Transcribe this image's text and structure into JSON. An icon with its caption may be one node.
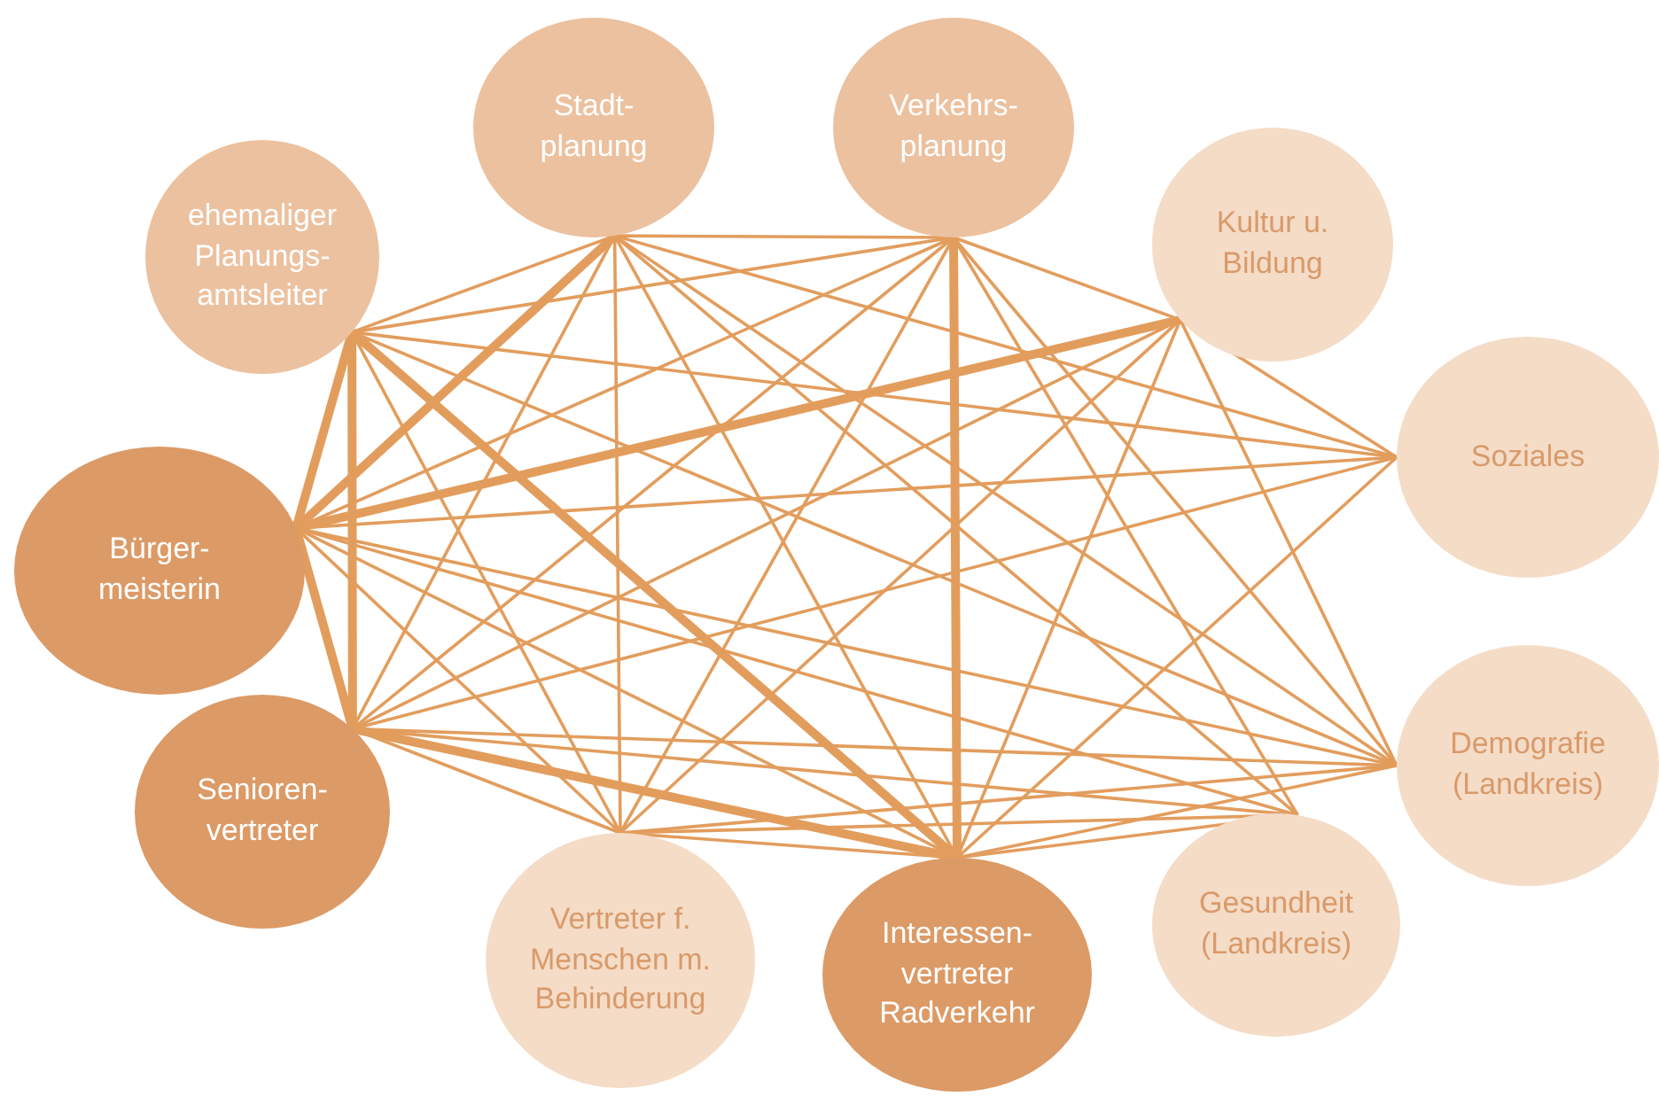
{
  "diagram": {
    "nodes": [
      {
        "text": [
          "ehemaliger Planungs- amtsleiter"
        ]
      },
      {
        "text": [
          "Stadt- planung"
        ]
      },
      {
        "text": [
          "Verkehrs- planung"
        ]
      },
      {
        "text": [
          "Kultur u. Bildung"
        ]
      },
      {
        "text": [
          "Soziales"
        ]
      },
      {
        "text": [
          "Bürger- meisterin"
        ]
      },
      {
        "text": [
          "Demografie (Landkreis)"
        ]
      },
      {
        "text": [
          "Senioren- vertreter"
        ]
      },
      {
        "text": [
          "Vertreter f. Menschen m. Behinderung"
        ]
      },
      {
        "text": [
          "Interessen- vertreter Radverkehr"
        ]
      },
      {
        "text": [
          "Gesundheit (Landkreis)"
        ]
      }
    ],
    "edges": [
      {
        "from": 5,
        "to": 0,
        "arrow": "none",
        "style": "thick"
      },
      {
        "from": 0,
        "to": 7,
        "arrow": "none",
        "style": "thick"
      },
      {
        "from": 0,
        "to": 9,
        "arrow": "none",
        "style": "thick"
      },
      {
        "from": 5,
        "to": 1,
        "arrow": "none",
        "style": "thick"
      },
      {
        "from": 2,
        "to": 9,
        "arrow": "none",
        "style": "thick"
      },
      {
        "from": 5,
        "to": 3,
        "arrow": "none",
        "style": "thick"
      },
      {
        "from": 5,
        "to": 7,
        "arrow": "none",
        "style": "thick"
      },
      {
        "from": 7,
        "to": 9,
        "arrow": "none",
        "style": "thick"
      },
      {
        "from": 0,
        "to": 1,
        "arrow": "none"
      },
      {
        "from": 0,
        "to": 2,
        "arrow": "none"
      },
      {
        "from": 0,
        "to": 4,
        "arrow": "none"
      },
      {
        "from": 0,
        "to": 8,
        "arrow": "none"
      },
      {
        "from": 1,
        "to": 2,
        "arrow": "none"
      },
      {
        "from": 1,
        "to": 7,
        "arrow": "none"
      },
      {
        "from": 1,
        "to": 8,
        "arrow": "none"
      },
      {
        "from": 1,
        "to": 9,
        "arrow": "none"
      },
      {
        "from": 1,
        "to": 4,
        "arrow": "none"
      },
      {
        "from": 1,
        "to": 6,
        "arrow": "none"
      },
      {
        "from": 1,
        "to": 10,
        "arrow": "none"
      },
      {
        "from": 2,
        "to": 5,
        "arrow": "none"
      },
      {
        "from": 2,
        "to": 7,
        "arrow": "none"
      },
      {
        "from": 2,
        "to": 8,
        "arrow": "none"
      },
      {
        "from": 2,
        "to": 6,
        "arrow": "none"
      },
      {
        "from": 2,
        "to": 10,
        "arrow": "none"
      },
      {
        "from": 2,
        "to": 3,
        "arrow": "none"
      },
      {
        "from": 3,
        "to": 4,
        "arrow": "none"
      },
      {
        "from": 3,
        "to": 6,
        "arrow": "none"
      },
      {
        "from": 3,
        "to": 9,
        "arrow": "none"
      },
      {
        "from": 3,
        "to": 7,
        "arrow": "none"
      },
      {
        "from": 3,
        "to": 8,
        "arrow": "none"
      },
      {
        "from": 5,
        "to": 4,
        "arrow": "none"
      },
      {
        "from": 5,
        "to": 6,
        "arrow": "none"
      },
      {
        "from": 5,
        "to": 8,
        "arrow": "none"
      },
      {
        "from": 5,
        "to": 9,
        "arrow": "none"
      },
      {
        "from": 5,
        "to": 10,
        "arrow": "none"
      },
      {
        "from": 7,
        "to": 4,
        "arrow": "none"
      },
      {
        "from": 7,
        "to": 6,
        "arrow": "none"
      },
      {
        "from": 7,
        "to": 8,
        "arrow": "none"
      },
      {
        "from": 7,
        "to": 10,
        "arrow": "none"
      },
      {
        "from": 8,
        "to": 9,
        "arrow": "none"
      },
      {
        "from": 8,
        "to": 6,
        "arrow": "none"
      },
      {
        "from": 8,
        "to": 10,
        "arrow": "none"
      },
      {
        "from": 9,
        "to": 4,
        "arrow": "none"
      },
      {
        "from": 9,
        "to": 6,
        "arrow": "none"
      },
      {
        "from": 9,
        "to": 10,
        "arrow": "none"
      },
      {
        "from": 0,
        "to": 6,
        "arrow": "none"
      }
    ]
  }
}
